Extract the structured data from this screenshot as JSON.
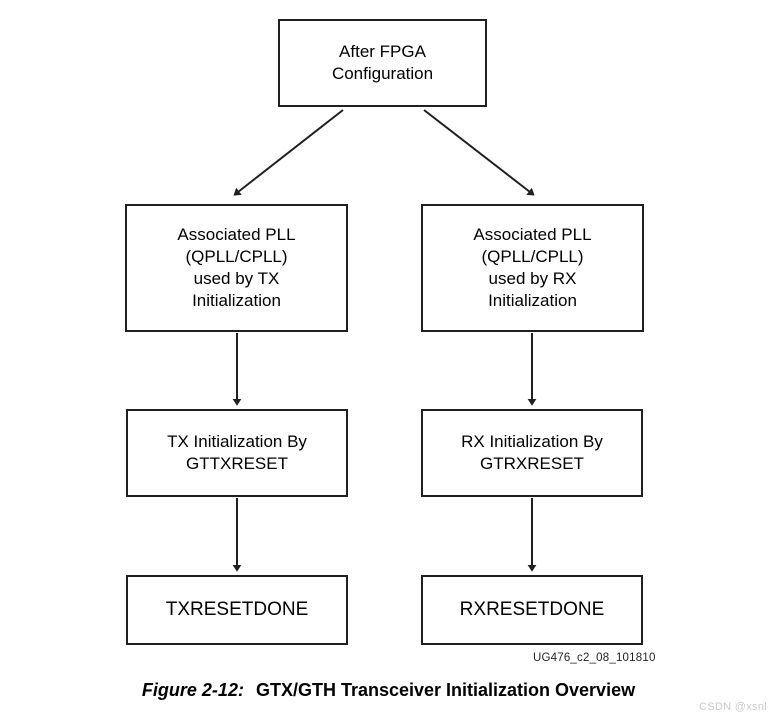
{
  "figure": {
    "id_label": "UG476_c2_08_101810",
    "caption_number": "Figure 2-12:",
    "caption_title": "GTX/GTH Transceiver Initialization Overview",
    "watermark": "CSDN @xsnl"
  },
  "colors": {
    "box_border": "#231f20",
    "box_fill": "#ffffff",
    "text": "#000000",
    "connector": "#231f20",
    "watermark": "#c9c9c9"
  },
  "nodes": {
    "after_fpga_config": "After FPGA\nConfiguration",
    "pll_tx": "Associated PLL\n(QPLL/CPLL)\nused by TX\nInitialization",
    "pll_rx": "Associated PLL\n(QPLL/CPLL)\nused by RX\nInitialization",
    "tx_init": "TX Initialization By\nGTTXRESET",
    "rx_init": "RX Initialization By\nGTRXRESET",
    "txresetdone": "TXRESETDONE",
    "rxresetdone": "RXRESETDONE"
  },
  "edges": [
    {
      "from": "after_fpga_config",
      "to": "pll_tx",
      "style": "diagonal-arrow"
    },
    {
      "from": "after_fpga_config",
      "to": "pll_rx",
      "style": "diagonal-arrow"
    },
    {
      "from": "pll_tx",
      "to": "tx_init",
      "style": "vertical-arrow"
    },
    {
      "from": "pll_rx",
      "to": "rx_init",
      "style": "vertical-arrow"
    },
    {
      "from": "tx_init",
      "to": "txresetdone",
      "style": "vertical-arrow"
    },
    {
      "from": "rx_init",
      "to": "rxresetdone",
      "style": "vertical-arrow"
    }
  ]
}
